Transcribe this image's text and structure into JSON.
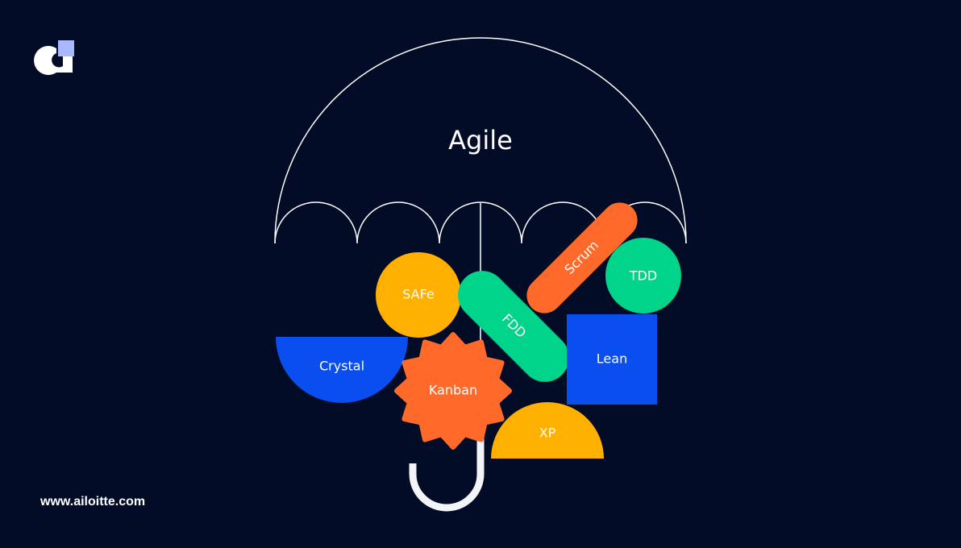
{
  "brand": {
    "name": "ailoitte",
    "url": "www.ailoitte.com"
  },
  "title": "Agile",
  "methods": {
    "safe": "SAFe",
    "crystal": "Crystal",
    "kanban": "Kanban",
    "fdd": "FDD",
    "scrum": "Scrum",
    "tdd": "TDD",
    "lean": "Lean",
    "xp": "XP"
  },
  "colors": {
    "background": "#020c26",
    "yellow": "#ffb000",
    "blue": "#0a4ef0",
    "orange": "#ff6a2b",
    "green": "#00d48a",
    "logo_accent": "#a9b8ff"
  }
}
